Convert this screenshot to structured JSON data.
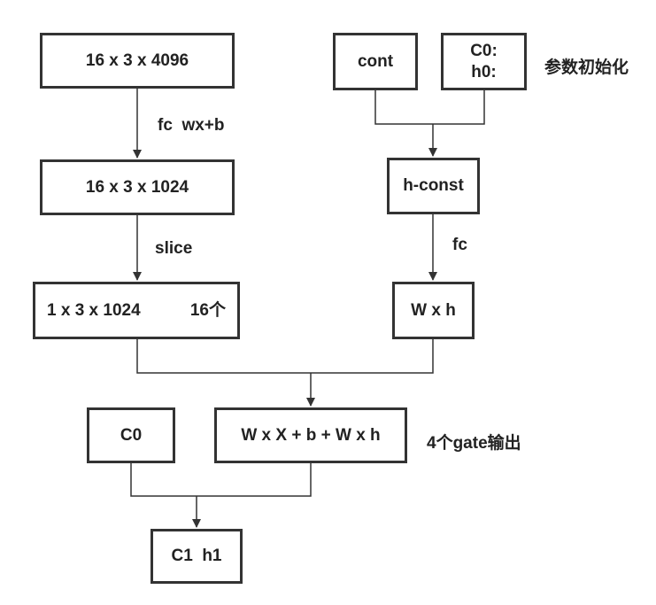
{
  "nodes": {
    "input": "16 x 3 x 4096",
    "fc_out": "16 x 3 x 1024",
    "slice_left": "1 x 3 x 1024",
    "slice_right": "16个",
    "cont": "cont",
    "init_c0": "C0:",
    "init_h0": "h0:",
    "h_const": "h-const",
    "wxh": "W x h",
    "gate_sum": "W x X + b + W x h",
    "c0": "C0",
    "output": "C1  h1"
  },
  "labels": {
    "fc_wxb": "fc  wx+b",
    "slice": "slice",
    "fc": "fc",
    "param_init": "参数初始化",
    "gate_output": "4个gate输出"
  },
  "colors": {
    "stroke": "#333333",
    "text": "#222222",
    "background": "#ffffff"
  }
}
